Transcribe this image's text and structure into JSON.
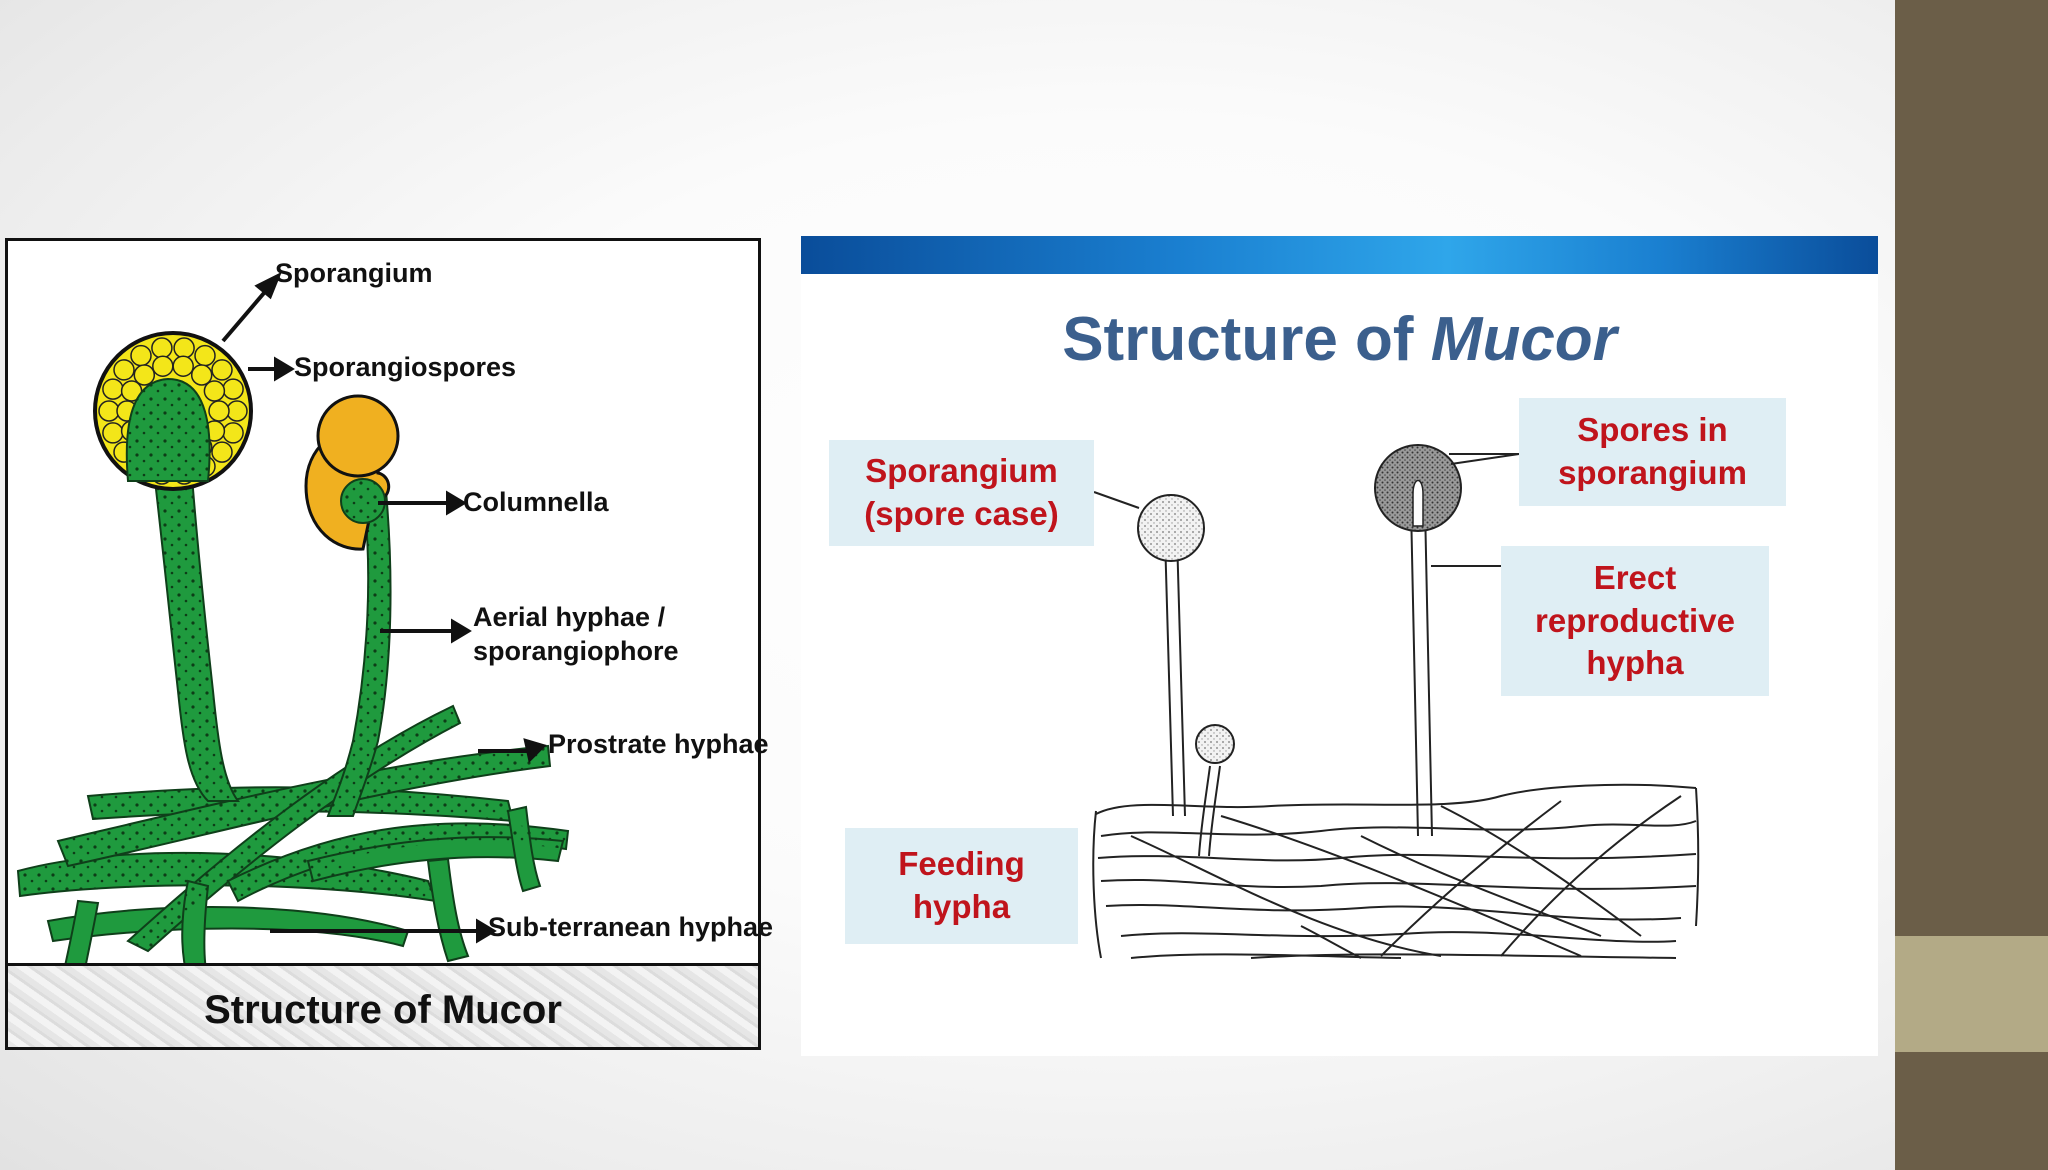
{
  "left_figure": {
    "labels": {
      "sporangium": "Sporangium",
      "sporangiospores": "Sporangiospores",
      "columnella": "Columnella",
      "aerial_hyphae": "Aerial hyphae /\nsporangiophore",
      "prostrate_hyphae": "Prostrate hyphae",
      "subterranean_hyphae": "Sub-terranean hyphae"
    },
    "title": "Structure of Mucor",
    "colors": {
      "hyphae": "#1f9a3e",
      "spores": "#f3e619",
      "young_sporangium": "#f0b020"
    }
  },
  "right_figure": {
    "title_plain": "Structure of ",
    "title_italic": "Mucor",
    "labels": {
      "sporangium": "Sporangium\n(spore case)",
      "spores": "Spores in\nsporangium",
      "erect": "Erect\nreproductive\nhypha",
      "feeding": "Feeding\nhypha"
    },
    "colors": {
      "label_text": "#c0141c",
      "label_bg": "#dfeef4",
      "title": "#3b5f8d"
    }
  }
}
